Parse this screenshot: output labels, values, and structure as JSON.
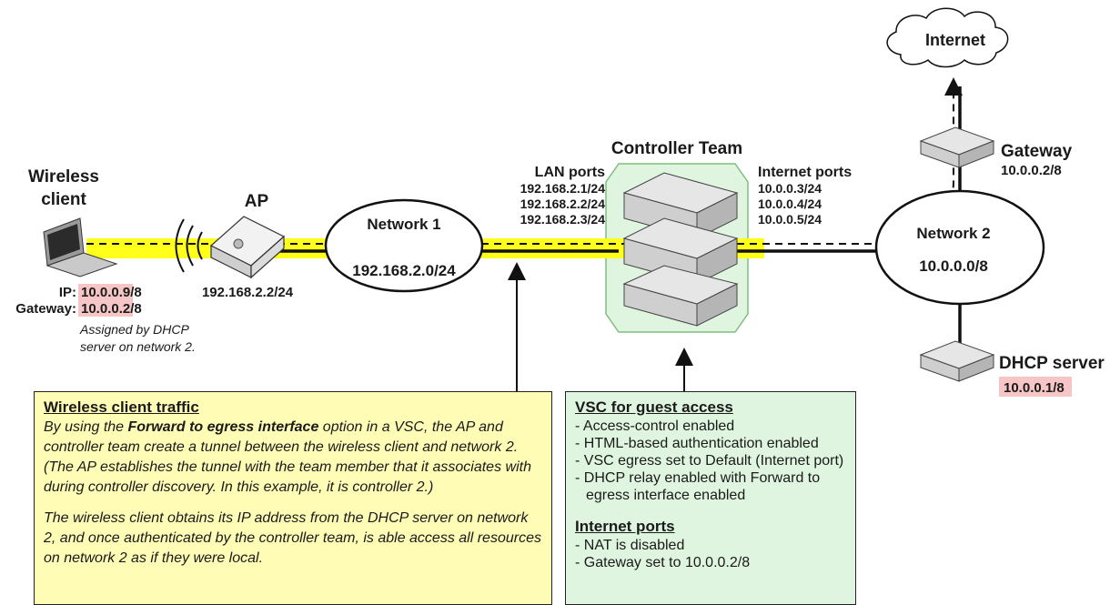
{
  "wireless_client": {
    "title_line1": "Wireless",
    "title_line2": "client",
    "ip_label": "IP:",
    "ip_value": "10.0.0.9/8",
    "gateway_label": "Gateway:",
    "gateway_value": "10.0.0.2/8",
    "note_line1": "Assigned by DHCP",
    "note_line2": "server on network 2."
  },
  "ap": {
    "title": "AP",
    "address": "192.168.2.2/24"
  },
  "network1": {
    "name": "Network 1",
    "subnet": "192.168.2.0/24"
  },
  "lan_ports": {
    "title": "LAN ports",
    "addresses": [
      "192.168.2.1/24",
      "192.168.2.2/24",
      "192.168.2.3/24"
    ]
  },
  "controller_team": {
    "title": "Controller Team"
  },
  "internet_ports": {
    "title": "Internet ports",
    "addresses": [
      "10.0.0.3/24",
      "10.0.0.4/24",
      "10.0.0.5/24"
    ]
  },
  "network2": {
    "name": "Network 2",
    "subnet": "10.0.0.0/8"
  },
  "internet": {
    "label": "Internet"
  },
  "gateway": {
    "title": "Gateway",
    "address": "10.0.0.2/8"
  },
  "dhcp_server": {
    "title": "DHCP server",
    "address": "10.0.0.1/8"
  },
  "traffic_box": {
    "heading": "Wireless client traffic",
    "p1_before": "By using the ",
    "p1_bold": "Forward to egress interface",
    "p1_after": " option in a VSC, the AP and controller team create a tunnel between the wireless client and network 2. (The AP establishes the tunnel with the team member that it associates with during controller discovery. In this example, it is controller 2.)",
    "p2": "The wireless client obtains its IP address from the DHCP server on network 2, and once authenticated by the controller team, is able access all resources on network 2 as if they were local."
  },
  "vsc_box": {
    "heading": "VSC for guest access",
    "items": [
      "- Access-control enabled",
      "- HTML-based authentication enabled",
      "- VSC egress set to Default (Internet port)",
      "- DHCP relay enabled with Forward to egress interface enabled"
    ],
    "heading2": "Internet ports",
    "items2": [
      "- NAT is disabled",
      "- Gateway set to 10.0.0.2/8"
    ]
  },
  "colors": {
    "tunnel": "#ffff1a",
    "highlight": "#f6c6c6",
    "team_bg": "#dff5df",
    "yellow_box": "#fffcb6",
    "green_box": "#dff5df"
  }
}
